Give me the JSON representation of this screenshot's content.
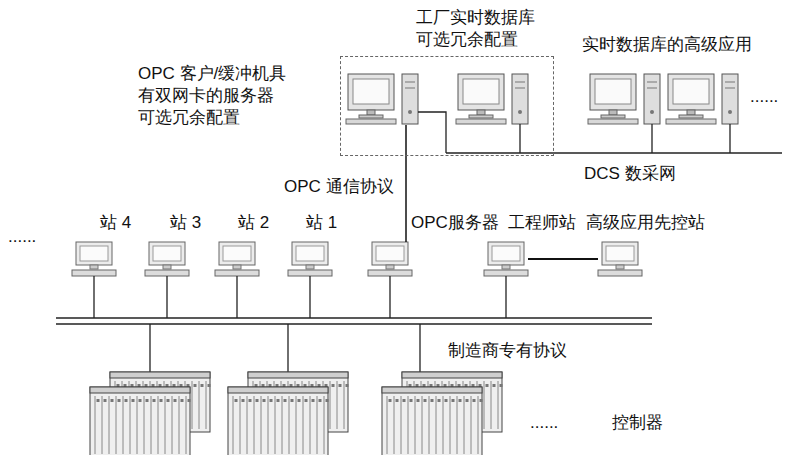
{
  "diagram": {
    "nodes": [
      {
        "text": [
          "工厂实时数据库 可选冗余配置"
        ]
      },
      {
        "text": [
          "OPC 客户/缓冲机具 有双网卡的服务器 可选冗余配置"
        ],
        "in": 0
      },
      {
        "text": [
          "实时数据库的高级应用"
        ]
      },
      {
        "text": [
          "站 4"
        ]
      },
      {
        "text": [
          "站 3"
        ]
      },
      {
        "text": [
          "站 2"
        ]
      },
      {
        "text": [
          "站 1"
        ]
      },
      {
        "text": [
          "OPC服务器"
        ]
      },
      {
        "text": [
          "工程师站"
        ]
      },
      {
        "text": [
          "高级应用先控站"
        ]
      }
    ],
    "edges": [
      {
        "from": 1,
        "to": 7,
        "label": "OPC 通信协议",
        "arrow": "none"
      },
      {
        "from": 8,
        "to": 9,
        "arrow": "none"
      }
    ],
    "labels": [
      "DCS 数采网",
      "制造商专有协议",
      "......",
      "......",
      "......",
      "控制器"
    ]
  }
}
